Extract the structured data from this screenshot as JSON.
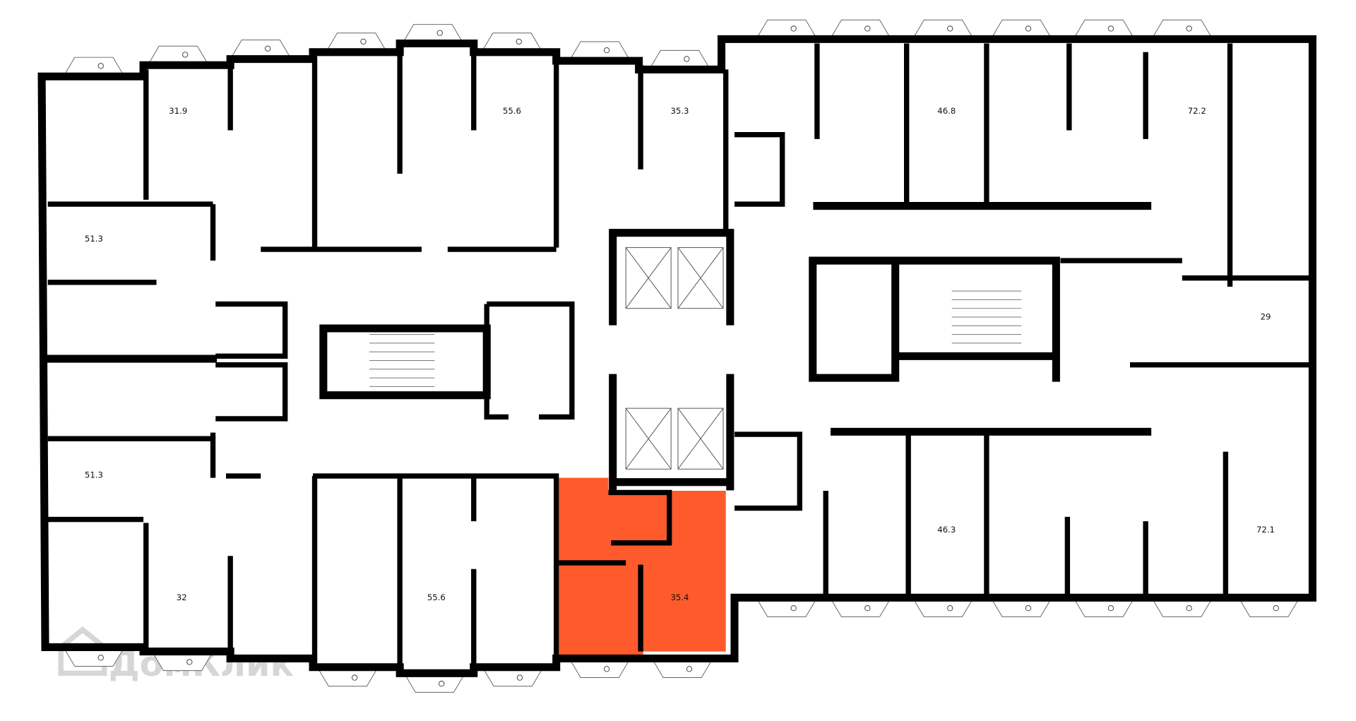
{
  "plan": {
    "highlight_color": "#FF5A2C",
    "wall_color": "#000000",
    "selected_unit": {
      "area": "35.4"
    },
    "units": [
      {
        "area": "31.9"
      },
      {
        "area": "55.6"
      },
      {
        "area": "35.3"
      },
      {
        "area": "46.8"
      },
      {
        "area": "72.2"
      },
      {
        "area": "51.3"
      },
      {
        "area": "29"
      },
      {
        "area": "51.3"
      },
      {
        "area": "46.3"
      },
      {
        "area": "72.1"
      },
      {
        "area": "32"
      },
      {
        "area": "55.6"
      }
    ]
  },
  "watermark": {
    "text": "ДомКлик"
  }
}
